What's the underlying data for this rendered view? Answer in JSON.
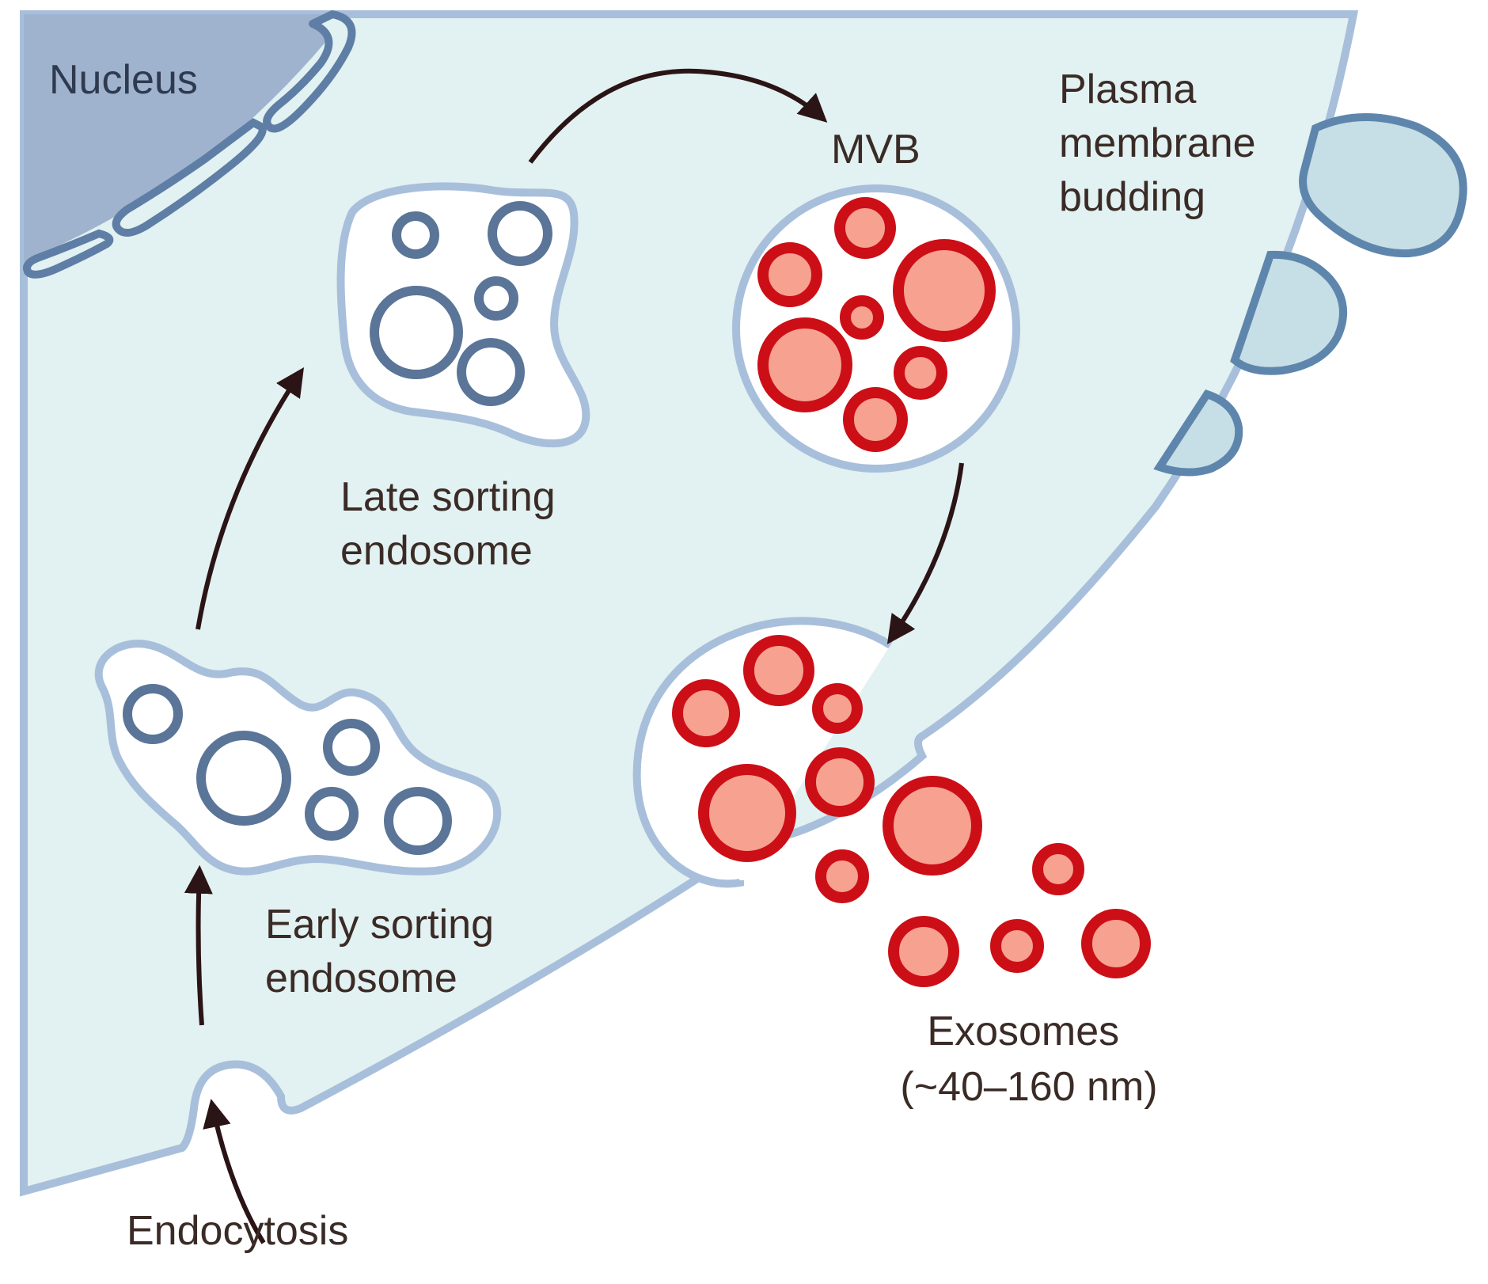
{
  "labels": {
    "nucleus": "Nucleus",
    "mvb": "MVB",
    "plasma_budding": [
      "Plasma",
      "membrane",
      "budding"
    ],
    "late_endosome": [
      "Late sorting",
      "endosome"
    ],
    "early_endosome": [
      "Early sorting",
      "endosome"
    ],
    "endocytosis": "Endocytosis",
    "exosomes": [
      "Exosomes",
      "(~40–160 nm)"
    ]
  },
  "colors": {
    "cytoplasm": "#e2f1f1",
    "membrane": "#a8bfdb",
    "nucleus": "#9fb3cf",
    "vesicle_outline_blue": "#5a7598",
    "exosome_fill": "#f7a190",
    "exosome_outline": "#cc0f17",
    "arrow": "#2b1416"
  },
  "icons": [
    "arrow-endocytosis",
    "arrow-early-to-late",
    "arrow-late-to-mvb",
    "arrow-mvb-to-membrane"
  ]
}
